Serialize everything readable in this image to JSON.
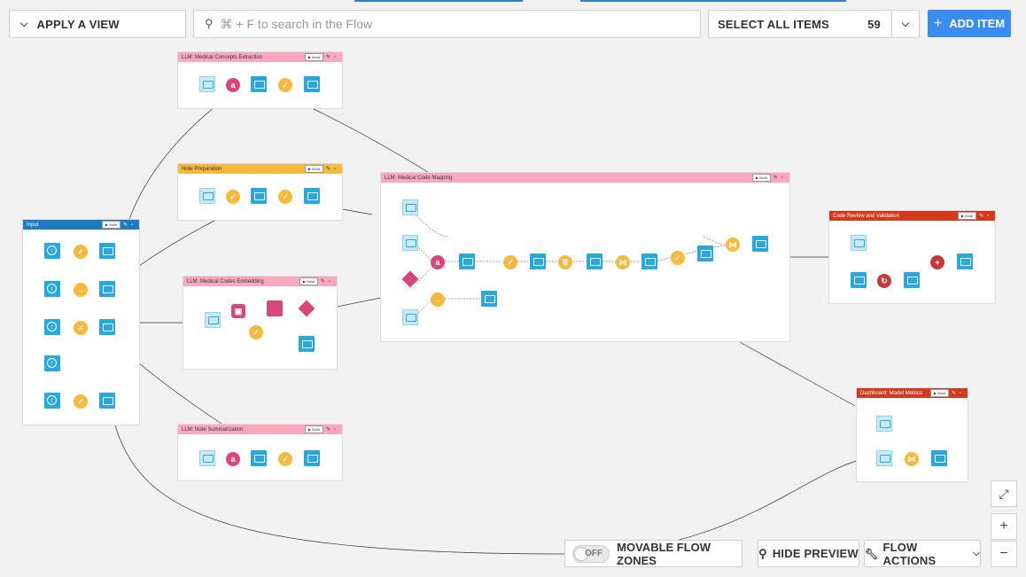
{
  "toolbar": {
    "apply_view_label": "APPLY A VIEW",
    "search_placeholder": "⌘ + F to search in the Flow",
    "select_all_label": "SELECT ALL ITEMS",
    "select_count": "59",
    "add_item_label": "ADD ITEM"
  },
  "zones": {
    "input": {
      "title": "Input",
      "build": "▶ Build"
    },
    "concepts": {
      "title": "LLM: Medical Concepts Extraction",
      "build": "▶ Build"
    },
    "note_prep": {
      "title": "Note Preparation",
      "build": "▶ Build"
    },
    "embedding": {
      "title": "LLM: Medical Codes Embedding",
      "build": "▶ Build"
    },
    "summarization": {
      "title": "LLM: Note Summarization",
      "build": "▶ Build"
    },
    "mapping": {
      "title": "LLM: Medical Code Mapping",
      "build": "▶ Build"
    },
    "review": {
      "title": "Code Review and Validation",
      "build": "▶ Build"
    },
    "dashboard": {
      "title": "Dashboard: Model Metrics",
      "build": "▶ Build"
    }
  },
  "bottom": {
    "toggle_state": "OFF",
    "movable_label": "MOVABLE FLOW ZONES",
    "hide_preview_label": "HIDE PREVIEW",
    "flow_actions_label": "FLOW ACTIONS"
  },
  "colors": {
    "accent": "#3b8ded",
    "zone_pink": "#f9a8bf",
    "zone_yellow": "#f6b93e",
    "zone_blue": "#1f7bc1",
    "zone_red": "#d13a1c",
    "dataset": "#2aa8db",
    "recipe": "#f5b93f"
  }
}
